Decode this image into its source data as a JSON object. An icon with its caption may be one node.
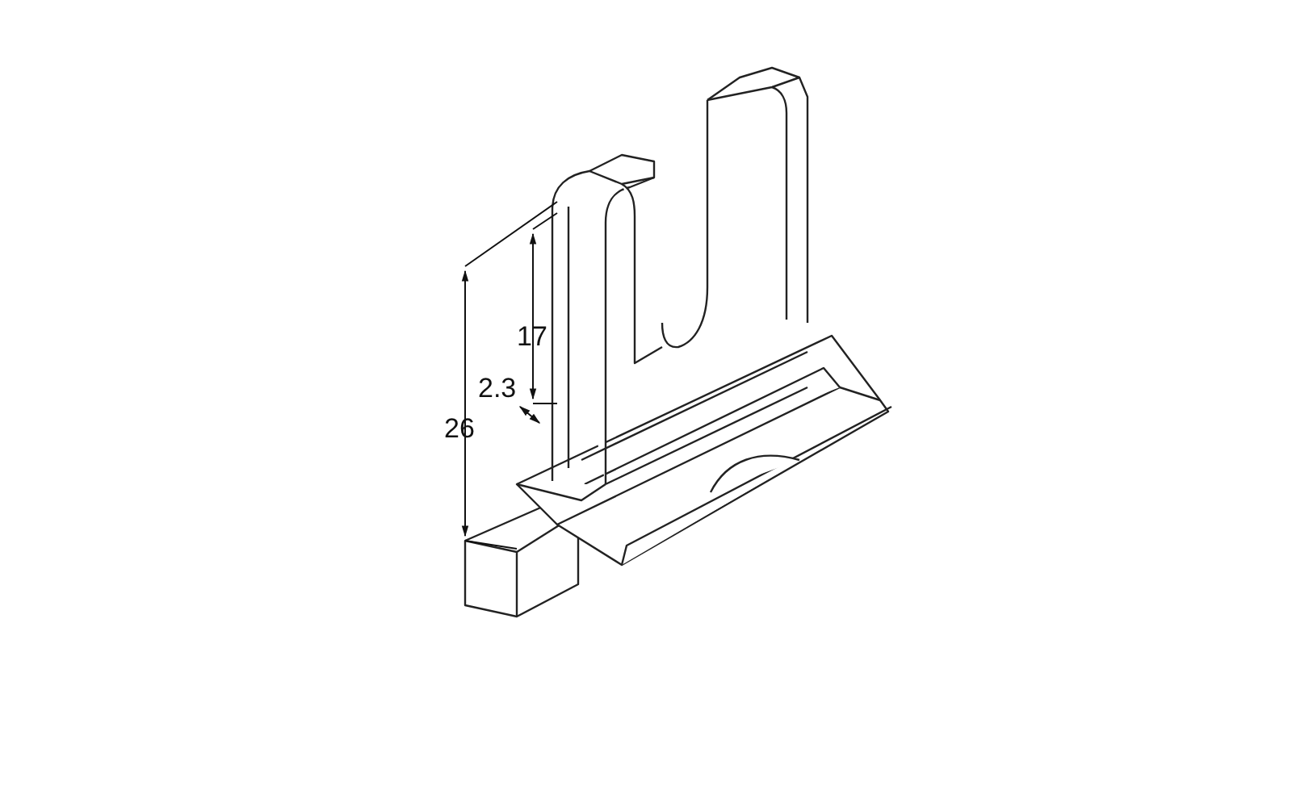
{
  "diagram": {
    "labels": [
      "17",
      "2.3",
      "26"
    ]
  }
}
